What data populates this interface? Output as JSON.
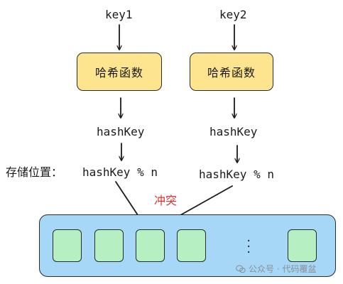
{
  "keys": [
    "key1",
    "key2"
  ],
  "hash_function_label": "哈希函数",
  "hash_key_label": "hashKey",
  "storage_position": {
    "prefix": "存储位置：",
    "expression": "hashKey % n"
  },
  "conflict_label": "冲突",
  "array": {
    "ellipsis": "·\n·\n·"
  },
  "watermark": {
    "text": "公众号 · 代码覆盆"
  },
  "colors": {
    "hash_box_fill": "#fde58f",
    "array_fill": "#a7d7f6",
    "cell_fill": "#b6f0c2",
    "conflict_text": "#e03131"
  }
}
